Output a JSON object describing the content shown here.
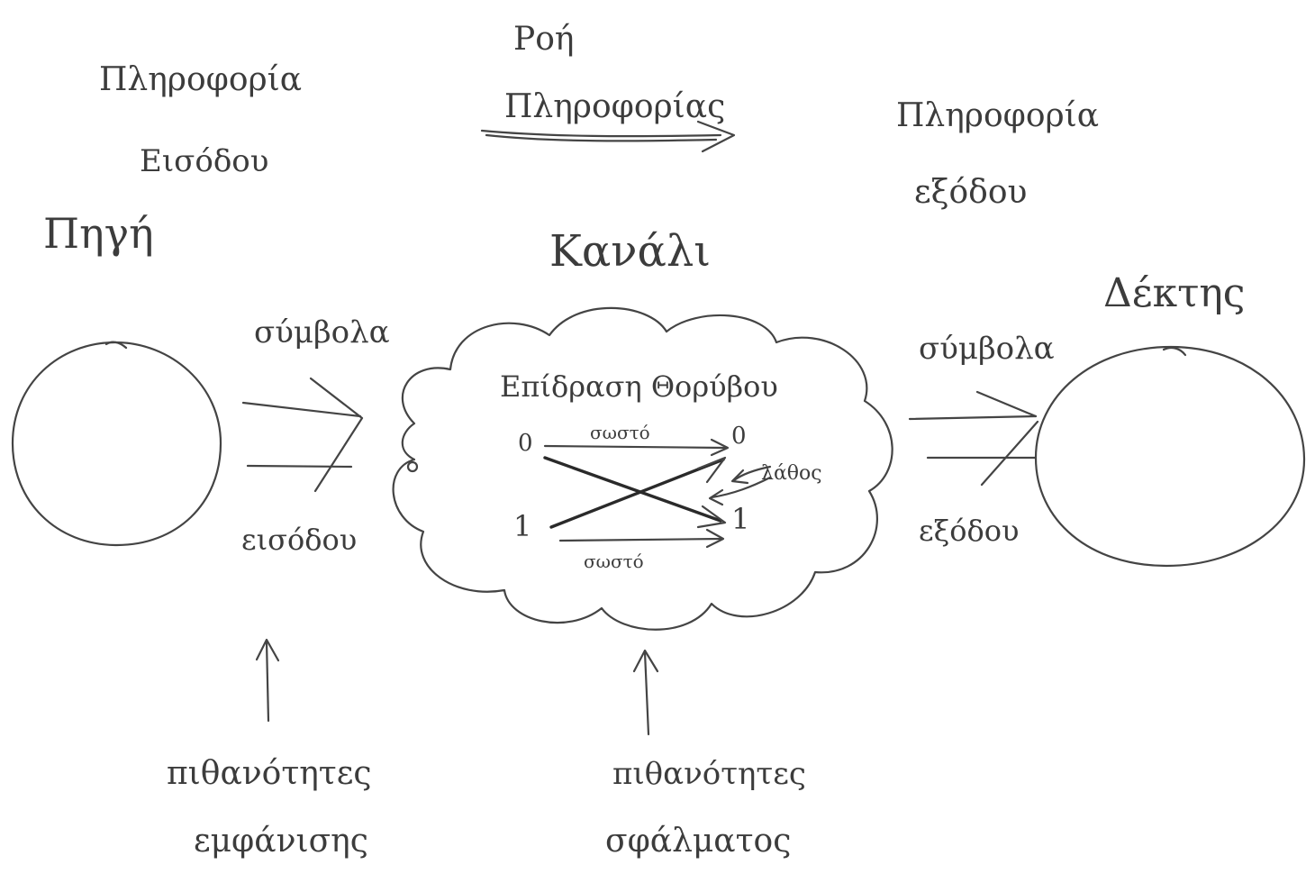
{
  "source_block": {
    "info_label_line1": "Πληροφορία",
    "info_label_line2": "Εισόδου",
    "node_label": "Πηγή",
    "symbols_label_line1": "σύμβολα",
    "symbols_label_line2": "εισόδου",
    "bottom_label_line1": "πιθανότητες",
    "bottom_label_line2": "εμφάνισης"
  },
  "flow": {
    "label_line1": "Ροή",
    "label_line2": "Πληροφορίας"
  },
  "channel_block": {
    "node_label": "Κανάλι",
    "noise_label": "Επίδραση Θορύβου",
    "input_zero": "0",
    "input_one": "1",
    "output_zero": "0",
    "output_one": "1",
    "correct_top": "σωστό",
    "correct_bottom": "σωστό",
    "error_label": "λάθος",
    "bottom_label_line1": "πιθανότητες",
    "bottom_label_line2": "σφάλματος"
  },
  "receiver_block": {
    "info_label_line1": "Πληροφορία",
    "info_label_line2": "εξόδου",
    "node_label": "Δέκτης",
    "symbols_label_line1": "σύμβολα",
    "symbols_label_line2": "εξόδου"
  }
}
